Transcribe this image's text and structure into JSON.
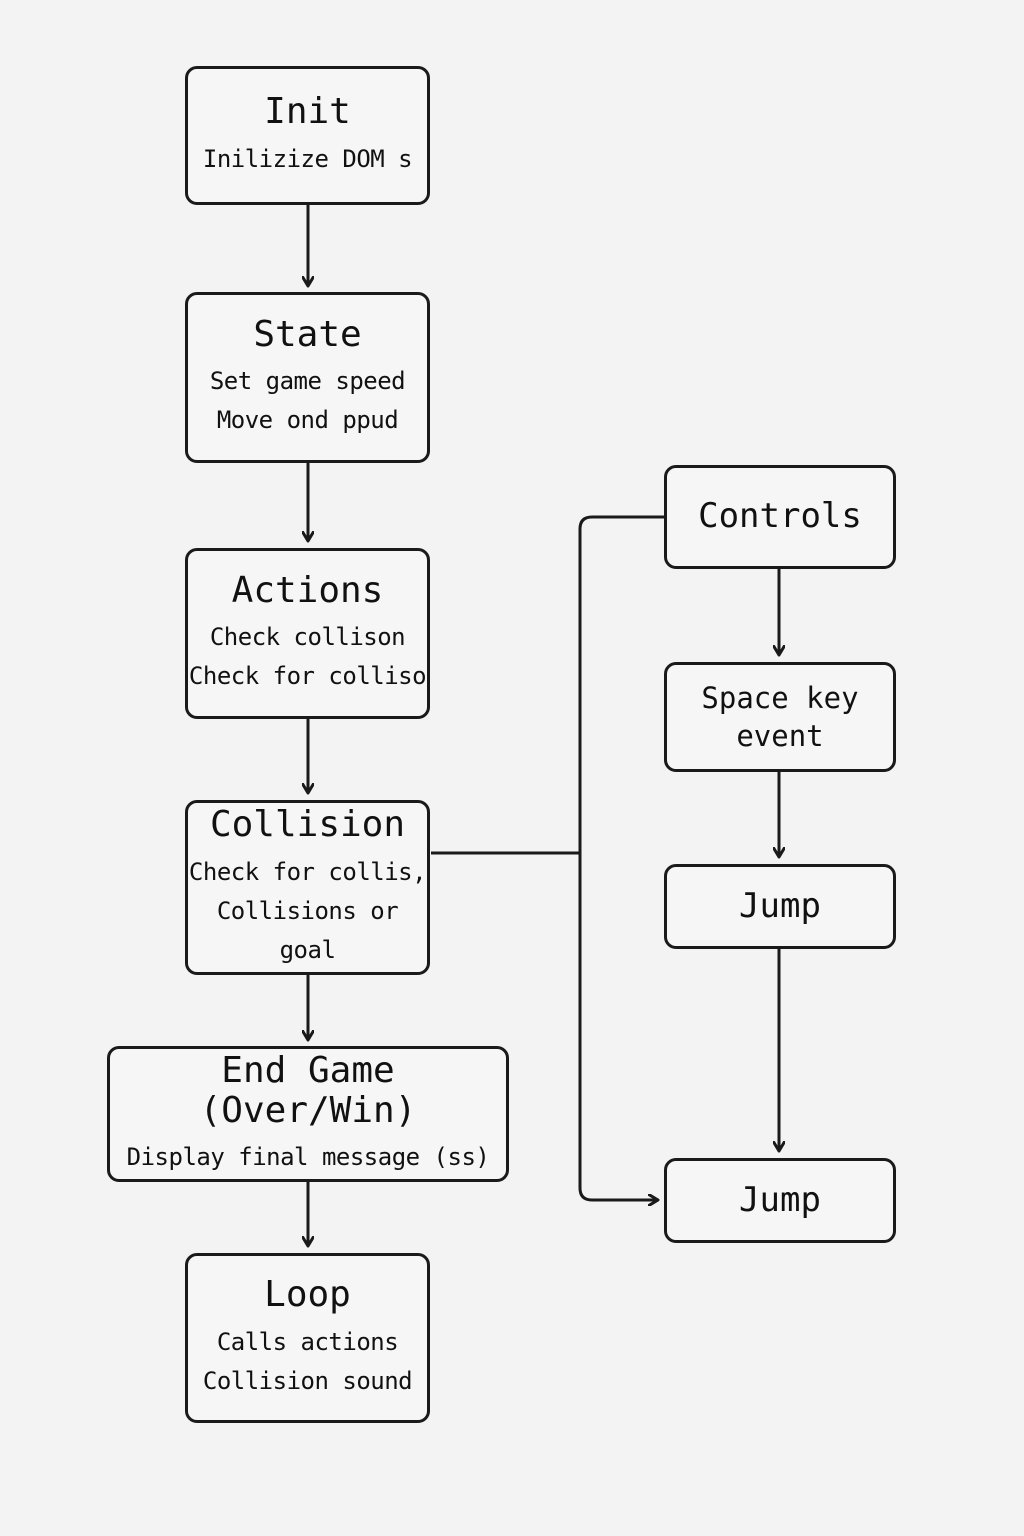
{
  "nodes": {
    "init": {
      "title": "Init",
      "lines": [
        "Inilizize DOM s"
      ]
    },
    "state": {
      "title": "State",
      "lines": [
        "Set game speed",
        "Move ond ppud"
      ]
    },
    "actions": {
      "title": "Actions",
      "lines": [
        "Check collison",
        "Check for colliso"
      ]
    },
    "collision": {
      "title": "Collision",
      "lines": [
        "Check for collis,",
        "Collisions or goal"
      ]
    },
    "end_game": {
      "title": "End Game (Over/Win)",
      "lines": [
        "Display final message (ss)"
      ]
    },
    "loop": {
      "title": "Loop",
      "lines": [
        "Calls actions",
        "Collision sound"
      ]
    },
    "controls": {
      "title": "Controls"
    },
    "space_key": {
      "lines": [
        "Space key",
        "event"
      ]
    },
    "jump_1": {
      "title": "Jump"
    },
    "jump_2": {
      "title": "Jump"
    }
  },
  "colors": {
    "line": "#1a1a1a",
    "background": "#f3f3f3",
    "box_fill": "#f6f6f6"
  }
}
